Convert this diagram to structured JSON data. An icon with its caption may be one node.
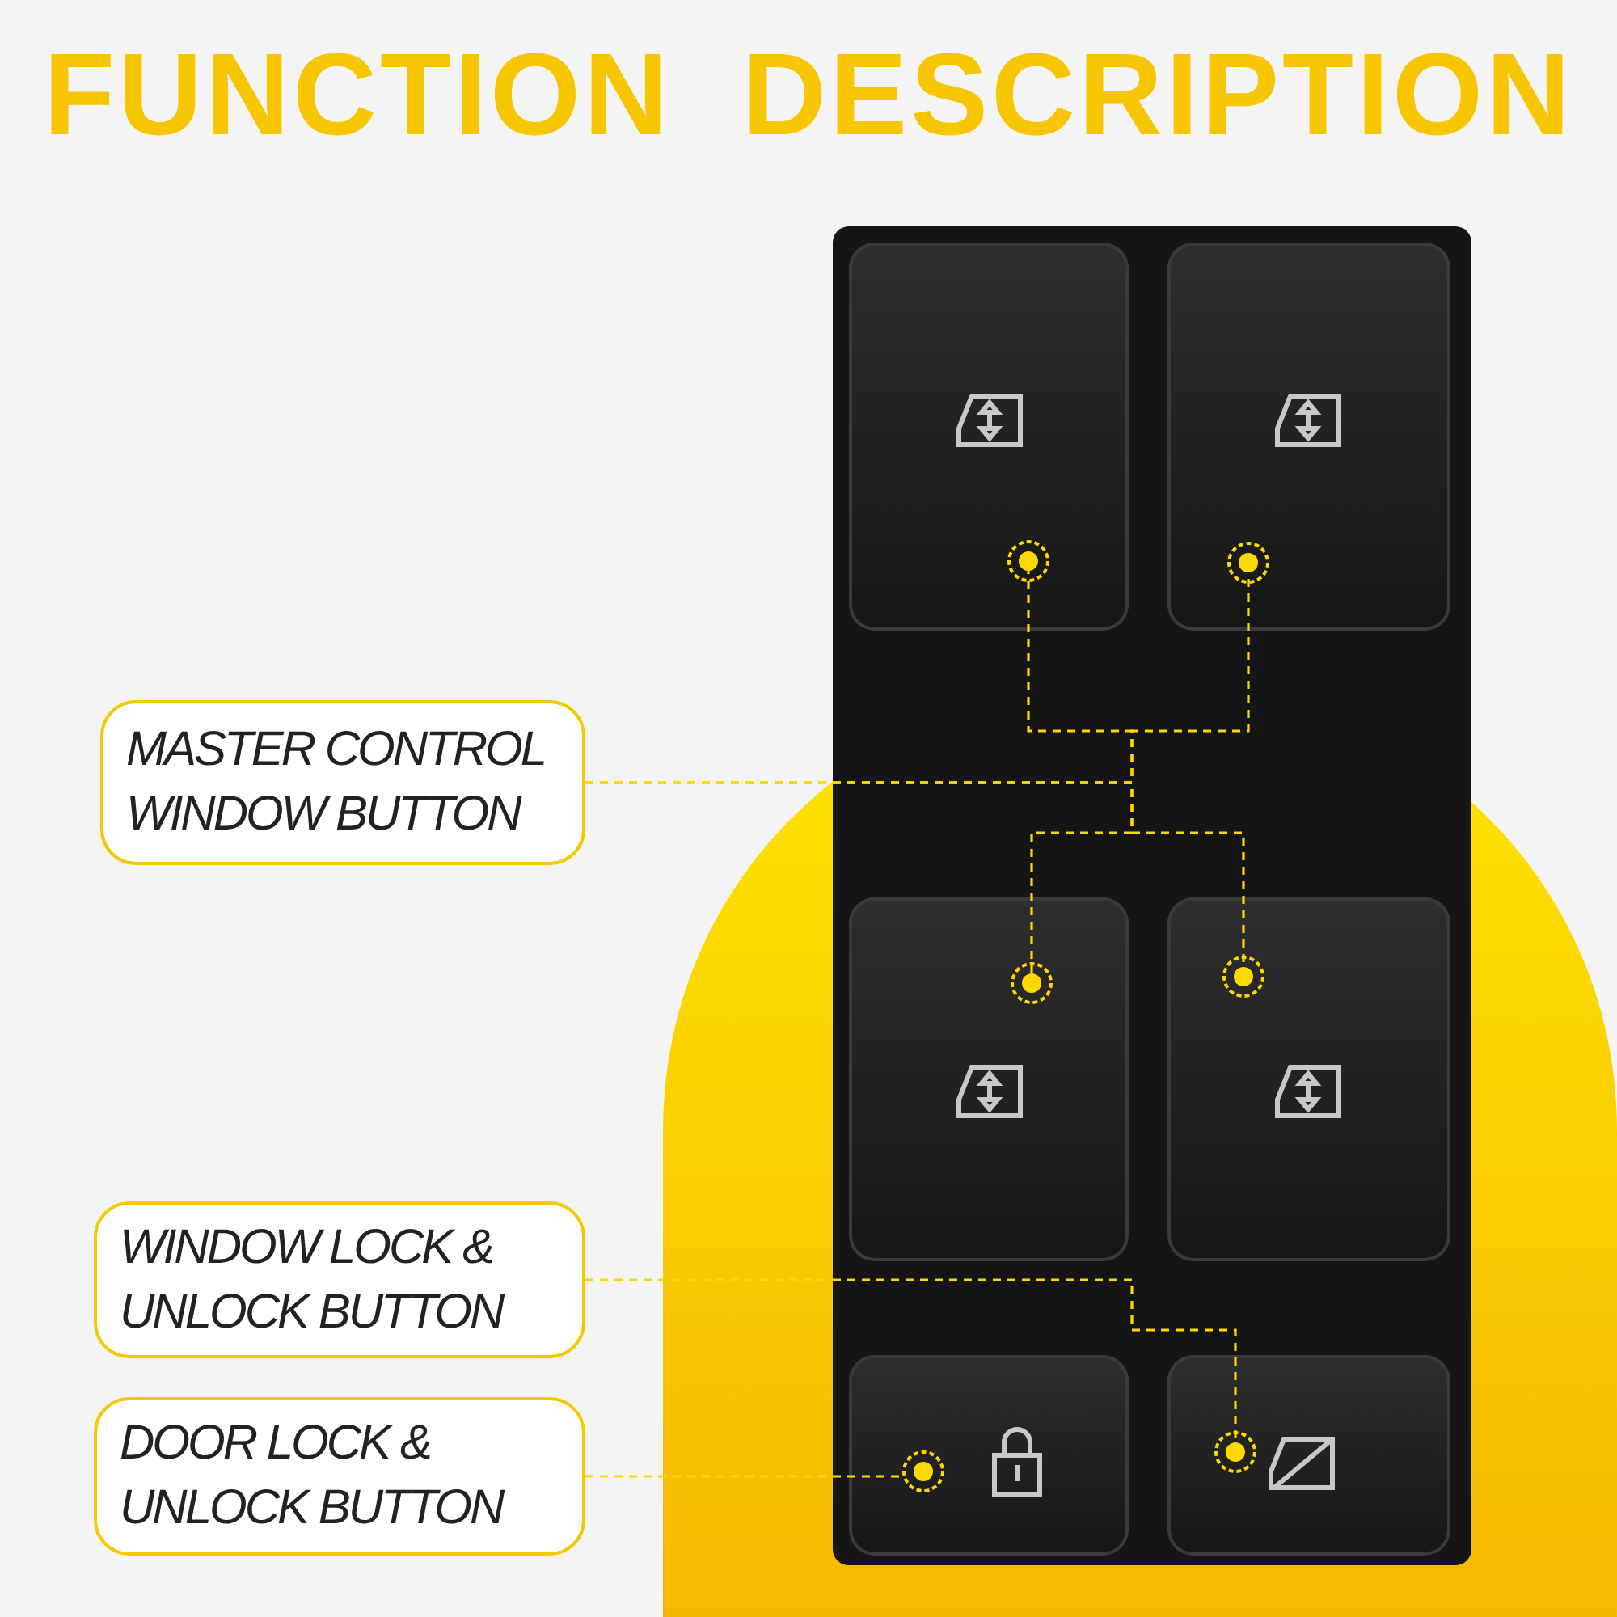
{
  "diagram": {
    "title": "FUNCTION  DESCRIPTION",
    "nodes": [
      {
        "text": [
          "MASTER CONTROL WINDOW BUTTON"
        ]
      },
      {
        "text": [
          "WINDOW LOCK & UNLOCK BUTTON"
        ]
      },
      {
        "text": [
          "DOOR LOCK & UNLOCK BUTTON"
        ]
      },
      {
        "text": [],
        "shape": "box"
      },
      {
        "text": [],
        "shape": "box"
      },
      {
        "text": [],
        "shape": "box"
      },
      {
        "text": [],
        "shape": "box"
      },
      {
        "text": [],
        "shape": "box"
      },
      {
        "text": [],
        "shape": "box"
      }
    ],
    "edges": [
      {
        "from": 0,
        "to": 3,
        "arrow": "none",
        "style": "dashed"
      },
      {
        "from": 0,
        "to": 4,
        "arrow": "none",
        "style": "dashed"
      },
      {
        "from": 0,
        "to": 5,
        "arrow": "none",
        "style": "dashed"
      },
      {
        "from": 0,
        "to": 6,
        "arrow": "none",
        "style": "dashed"
      },
      {
        "from": 1,
        "to": 8,
        "arrow": "none",
        "style": "dashed"
      },
      {
        "from": 2,
        "to": 7,
        "arrow": "none",
        "style": "dashed"
      }
    ]
  }
}
